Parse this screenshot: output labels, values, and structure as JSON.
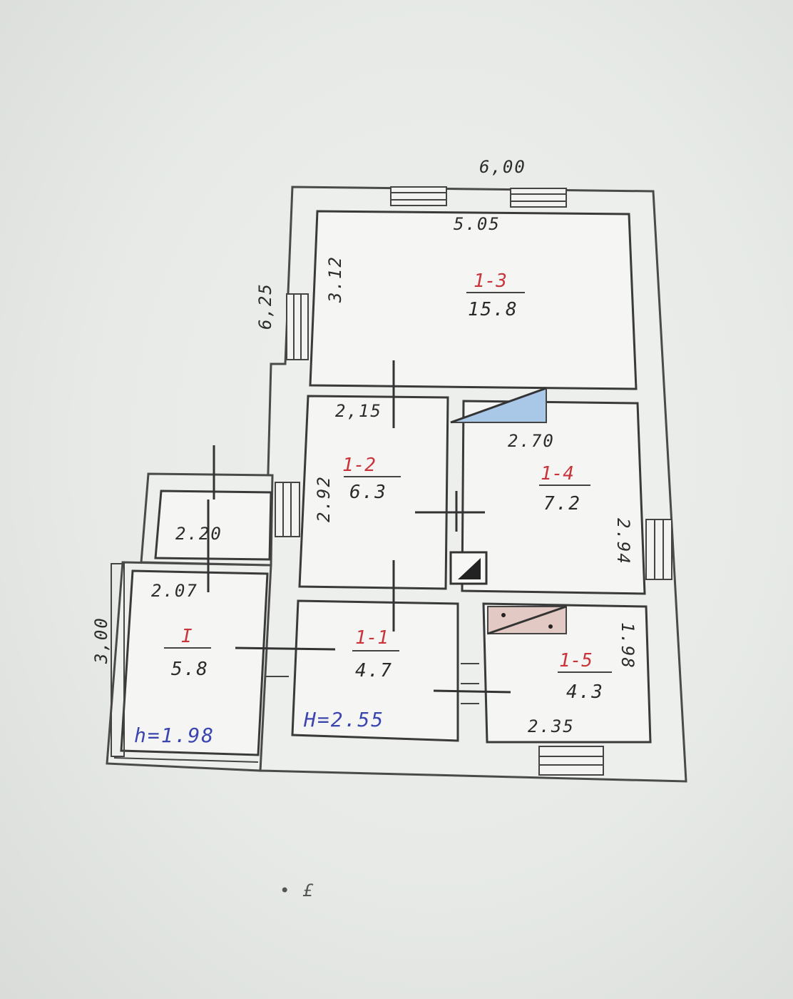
{
  "plan": {
    "overall_width": "6,00",
    "overall_depth": "6,25",
    "annex_depth": "3,00",
    "rooms": [
      {
        "id": "1-3",
        "area": "15.8",
        "width": "5.05",
        "depth": "3.12"
      },
      {
        "id": "1-2",
        "area": "6.3",
        "width": "2,15",
        "depth": "2.92"
      },
      {
        "id": "1-4",
        "area": "7.2",
        "width": "2.70",
        "depth": "2.94"
      },
      {
        "id": "1-1",
        "area": "4.7"
      },
      {
        "id": "1-5",
        "area": "4.3",
        "width": "2.35",
        "depth": "1.98"
      },
      {
        "id": "I",
        "area": "5.8",
        "width": "2.07"
      }
    ],
    "porch_width": "2.20",
    "ceiling_height_main": "H=2.55",
    "ceiling_height_annex": "h=1.98",
    "colors": {
      "room_id": "#c8343a",
      "height": "#3b45b0",
      "stair_fill": "#a9c7e6"
    }
  },
  "marks": "• £"
}
